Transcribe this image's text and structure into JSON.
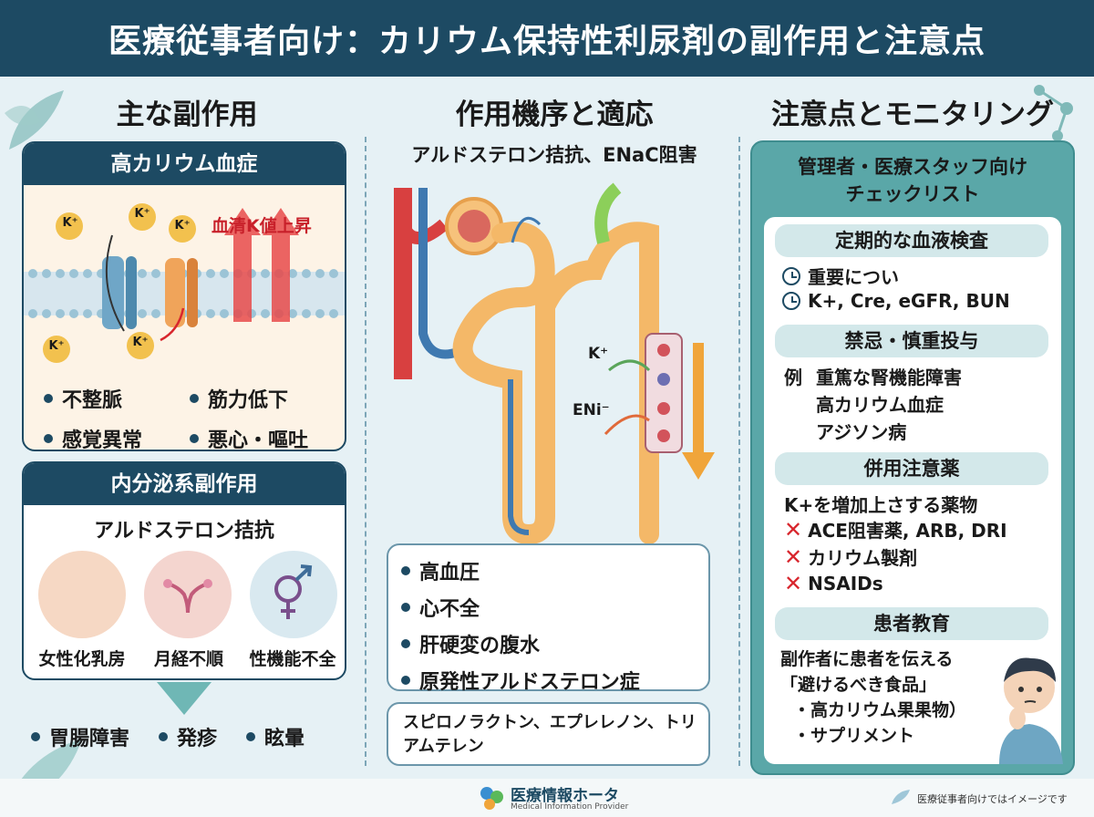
{
  "header": {
    "title": "医療従事者向け：カリウム保持性利尿剤の副作用と注意点"
  },
  "left": {
    "title": "主な副作用",
    "hyperkalemia": {
      "heading": "高カリウム血症",
      "k_label": "K⁺",
      "serum_label": "血清K値上昇",
      "symptoms": [
        "不整脈",
        "筋力低下",
        "感覚異常",
        "悪心・嘔吐"
      ]
    },
    "endocrine": {
      "heading": "内分泌系副作用",
      "subheading": "アルドステロン拮抗",
      "icons": [
        {
          "label": "女性化乳房",
          "icon": "male-chest-icon"
        },
        {
          "label": "月経不順",
          "icon": "uterus-icon"
        },
        {
          "label": "性機能不全",
          "icon": "gender-symbol-icon"
        }
      ]
    },
    "other_effects": [
      "胃腸障害",
      "発疹",
      "眩暈"
    ]
  },
  "center": {
    "title": "作用機序と適応",
    "mechanism": "アルドステロン拮抗、ENaC阻害",
    "k_label": "K⁺",
    "eni_label": "ENi⁻",
    "indications": [
      "高血圧",
      "心不全",
      "肝硬変の腹水",
      "原発性アルドステロン症"
    ],
    "drugs": "スピロノラクトン、エプレレノン、トリアムテレン"
  },
  "right": {
    "title": "注意点とモニタリング",
    "checklist_title": "管理者・医療スタッフ向けチェックリスト",
    "checklist_title_line1": "管理者・医療スタッフ向け",
    "checklist_title_line2": "チェックリスト",
    "blood_test": {
      "heading": "定期的な血液検査",
      "items": [
        "重要につい",
        "K+, Cre, eGFR, BUN"
      ]
    },
    "contraindications": {
      "heading": "禁忌・慎重投与",
      "prefix": "例",
      "items": [
        "重篤な腎機能障害",
        "高カリウム血症",
        "アジソン病"
      ]
    },
    "concomitant": {
      "heading": "併用注意薬",
      "intro": "K+を増加上さする薬物",
      "items": [
        "ACE阻害薬, ARB, DRI",
        "カリウム製剤",
        "NSAIDs"
      ]
    },
    "education": {
      "heading": "患者教育",
      "lines": [
        "副作者に患者を伝える",
        "「避けるべき食品」",
        "・高カリウム果果物）",
        "・サプリメント"
      ]
    }
  },
  "footer": {
    "logo_name": "医療情報ホータ",
    "logo_sub": "Medical Information Provider",
    "note": "医療従事者向けではイメージです"
  },
  "colors": {
    "navy": "#1d4a63",
    "teal": "#5aa7a8",
    "red": "#d8262d",
    "orange": "#f0a53a"
  }
}
